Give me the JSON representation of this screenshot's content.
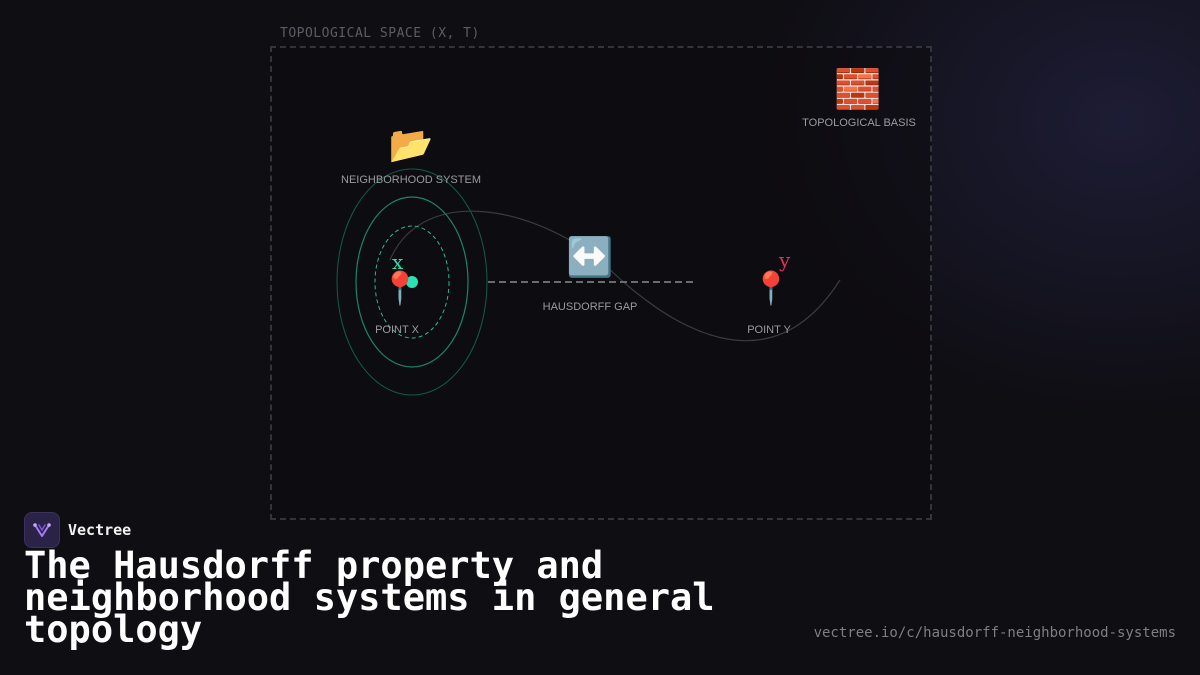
{
  "diagram": {
    "space_label": "TOPOLOGICAL SPACE (X, T)",
    "basis": {
      "icon": "brick-icon",
      "glyph": "🧱",
      "label": "TOPOLOGICAL BASIS"
    },
    "neighborhood": {
      "icon": "open-folder-icon",
      "glyph": "📂",
      "label": "NEIGHBORHOOD SYSTEM"
    },
    "gap": {
      "icon": "left-right-arrow-icon",
      "glyph": "↔️",
      "label": "HAUSDORFF GAP"
    },
    "point_x": {
      "icon": "pushpin-icon",
      "glyph": "📍",
      "letter": "x",
      "label": "POINT X",
      "color": "#2de0b4"
    },
    "point_y": {
      "icon": "pushpin-icon",
      "glyph": "📍",
      "letter": "y",
      "label": "POINT Y",
      "color": "#e0305a"
    }
  },
  "brand": {
    "name": "Vectree",
    "logo_icon": "vectree-logo-icon"
  },
  "title": "The Hausdorff property and neighborhood systems in general topology",
  "url": "vectree.io/c/hausdorff-neighborhood-systems",
  "colors": {
    "background": "#0f0e13",
    "frame": "#34343c",
    "accent_teal": "#1fa37f",
    "accent_red": "#e0305a"
  }
}
